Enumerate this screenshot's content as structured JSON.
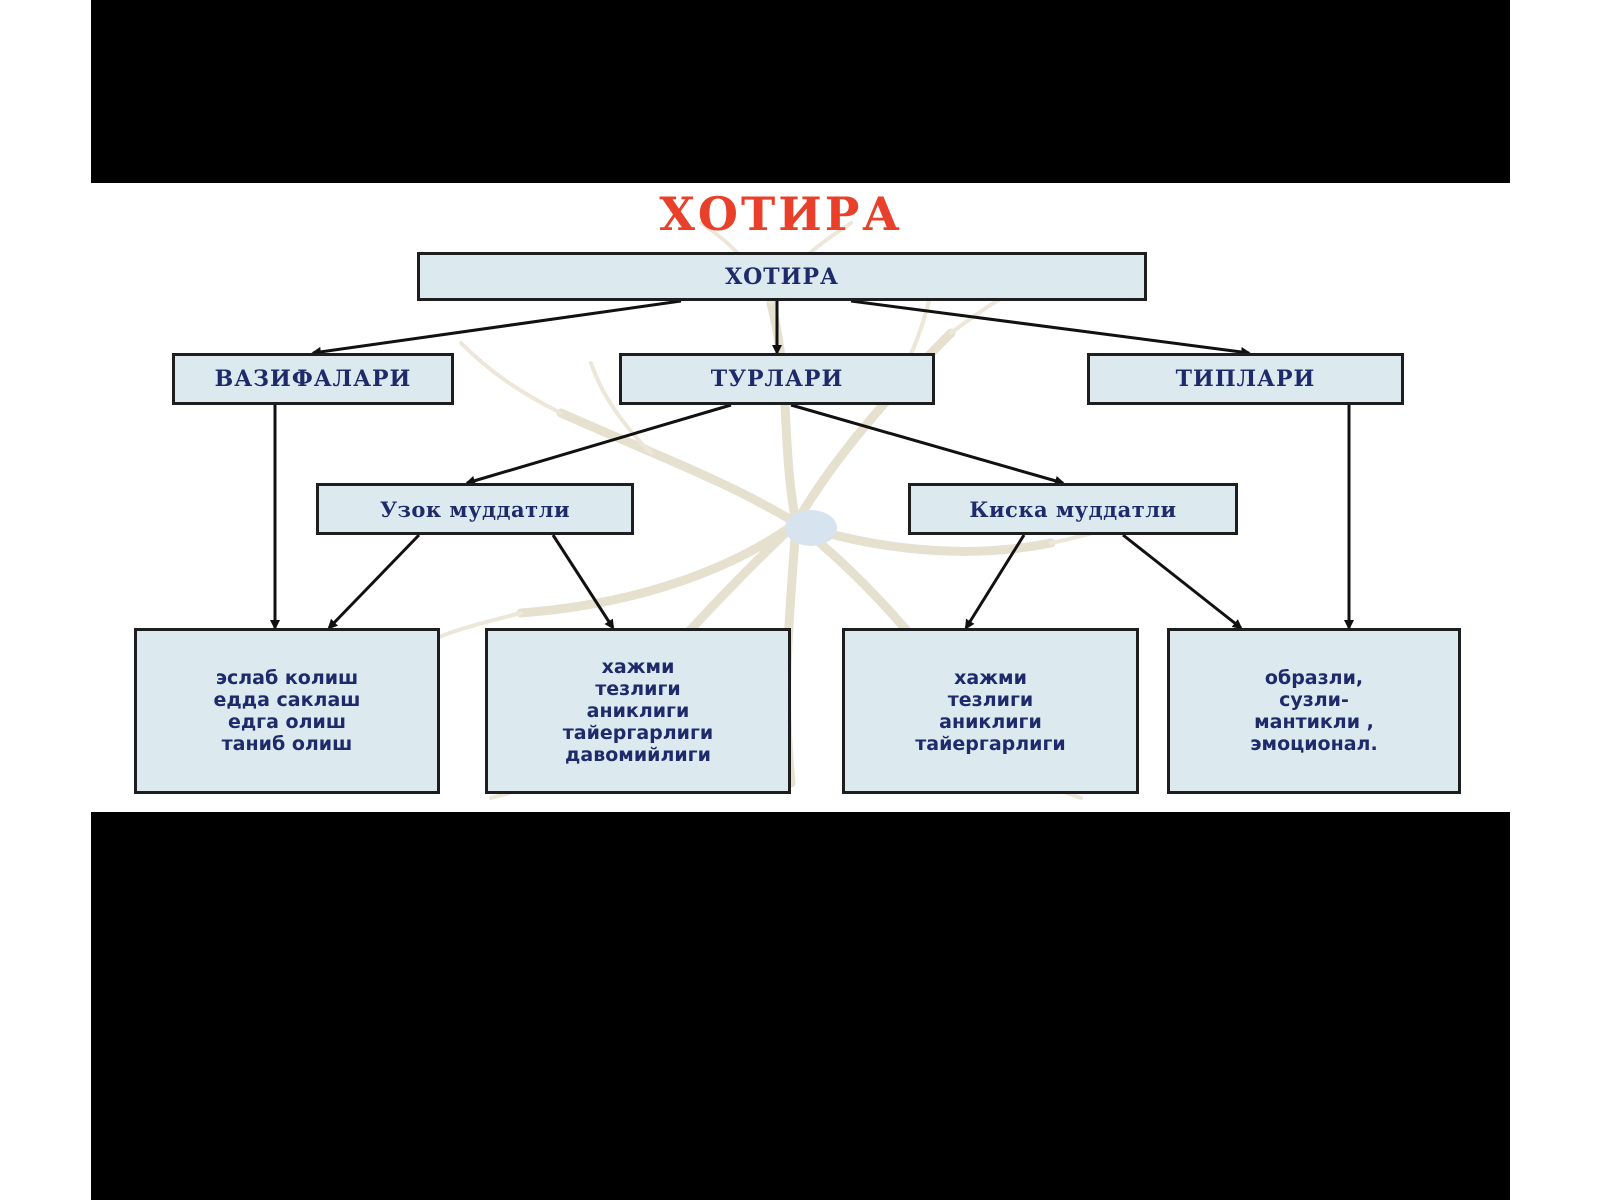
{
  "slide": {
    "title": "ХОТИРА",
    "title_color": "#e8402a",
    "text_color": "#1f2a6b",
    "box_fill": "#dceaf0",
    "nodes": {
      "root": "ХОТИРА",
      "functions": "ВАЗИФАЛАРИ",
      "kinds": "ТУРЛАРИ",
      "types": "ТИПЛАРИ",
      "long_term": "Узок муддатли",
      "short_term": "Киска муддатли"
    },
    "leaves": {
      "functions_list": [
        "эслаб колиш",
        "едда саклаш",
        "едга олиш",
        "таниб олиш"
      ],
      "long_term_list": [
        "хажми",
        "тезлиги",
        "аниклиги",
        "тайергарлиги",
        "давомийлиги"
      ],
      "short_term_list": [
        "хажми",
        "тезлиги",
        "аниклиги",
        "тайергарлиги"
      ],
      "types_list": [
        "образли,",
        "сузли-",
        "мантикли ,",
        "эмоционал."
      ]
    }
  }
}
